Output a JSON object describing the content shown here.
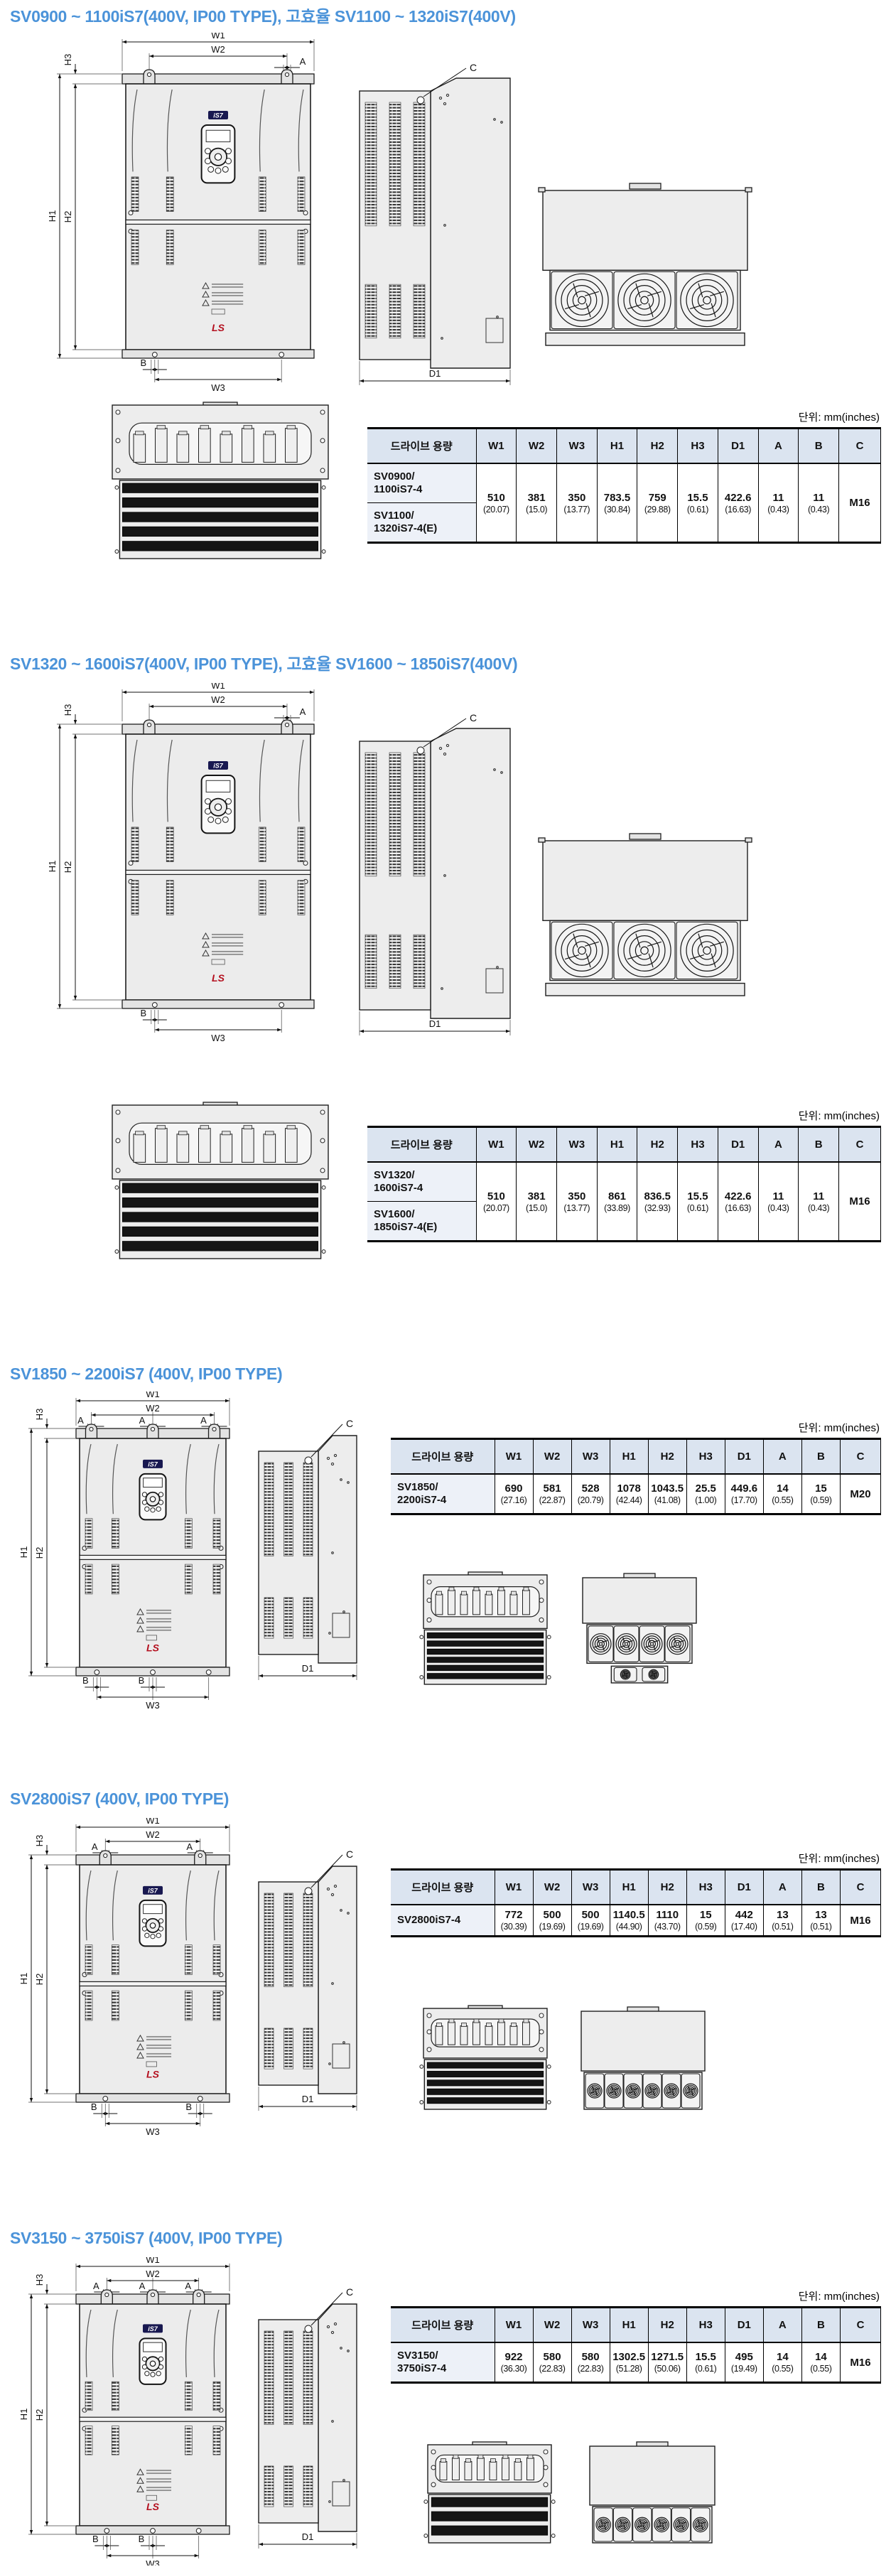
{
  "page": {
    "unit_label": "단위: mm(inches)",
    "logo_text": "LS",
    "badge_text": "iS7",
    "accent_color": "#4b93d9",
    "logo_color": "#b40f1e",
    "dims": {
      "w1": "W1",
      "w2": "W2",
      "w3": "W3",
      "h1": "H1",
      "h2": "H2",
      "h3": "H3",
      "d1": "D1",
      "a": "A",
      "b": "B",
      "c": "C"
    }
  },
  "table_header": [
    "드라이브 용량",
    "W1",
    "W2",
    "W3",
    "H1",
    "H2",
    "H3",
    "D1",
    "A",
    "B",
    "C"
  ],
  "sections": [
    {
      "title": "SV0900 ~ 1100iS7(400V, IP00 TYPE), 고효율 SV1100 ~ 1320iS7(400V)",
      "models": [
        [
          "SV0900/",
          "1100iS7-4"
        ],
        [
          "SV1100/",
          "1320iS7-4(E)"
        ]
      ],
      "mm": [
        "510",
        "381",
        "350",
        "783.5",
        "759",
        "15.5",
        "422.6",
        "11",
        "11"
      ],
      "inches": [
        "(20.07)",
        "(15.0)",
        "(13.77)",
        "(30.84)",
        "(29.88)",
        "(0.61)",
        "(16.63)",
        "(0.43)",
        "(0.43)"
      ],
      "c": "M16"
    },
    {
      "title": "SV1320 ~ 1600iS7(400V, IP00 TYPE), 고효율 SV1600 ~ 1850iS7(400V)",
      "models": [
        [
          "SV1320/",
          "1600iS7-4"
        ],
        [
          "SV1600/",
          "1850iS7-4(E)"
        ]
      ],
      "mm": [
        "510",
        "381",
        "350",
        "861",
        "836.5",
        "15.5",
        "422.6",
        "11",
        "11"
      ],
      "inches": [
        "(20.07)",
        "(15.0)",
        "(13.77)",
        "(33.89)",
        "(32.93)",
        "(0.61)",
        "(16.63)",
        "(0.43)",
        "(0.43)"
      ],
      "c": "M16"
    },
    {
      "title": "SV1850 ~ 2200iS7 (400V, IP00 TYPE)",
      "models": [
        [
          "SV1850/",
          "2200iS7-4"
        ]
      ],
      "mm": [
        "690",
        "581",
        "528",
        "1078",
        "1043.5",
        "25.5",
        "449.6",
        "14",
        "15"
      ],
      "inches": [
        "(27.16)",
        "(22.87)",
        "(20.79)",
        "(42.44)",
        "(41.08)",
        "(1.00)",
        "(17.70)",
        "(0.55)",
        "(0.59)"
      ],
      "c": "M20"
    },
    {
      "title": "SV2800iS7 (400V, IP00 TYPE)",
      "models": [
        [
          "SV2800iS7-4"
        ]
      ],
      "mm": [
        "772",
        "500",
        "500",
        "1140.5",
        "1110",
        "15",
        "442",
        "13",
        "13"
      ],
      "inches": [
        "(30.39)",
        "(19.69)",
        "(19.69)",
        "(44.90)",
        "(43.70)",
        "(0.59)",
        "(17.40)",
        "(0.51)",
        "(0.51)"
      ],
      "c": "M16"
    },
    {
      "title": "SV3150 ~ 3750iS7 (400V, IP00 TYPE)",
      "models": [
        [
          "SV3150/",
          "3750iS7-4"
        ]
      ],
      "mm": [
        "922",
        "580",
        "580",
        "1302.5",
        "1271.5",
        "15.5",
        "495",
        "14",
        "14"
      ],
      "inches": [
        "(36.30)",
        "(22.83)",
        "(22.83)",
        "(51.28)",
        "(50.06)",
        "(0.61)",
        "(19.49)",
        "(0.55)",
        "(0.55)"
      ],
      "c": "M16"
    }
  ]
}
